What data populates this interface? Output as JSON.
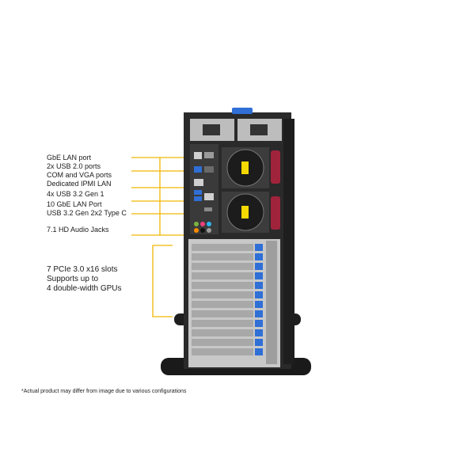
{
  "io_labels": [
    {
      "text": "GbE LAN port"
    },
    {
      "text": "2x USB 2.0 ports"
    },
    {
      "text": "COM and VGA ports"
    },
    {
      "text": "Dedicated IPMI LAN"
    },
    {
      "text": "4x USB 3.2 Gen 1"
    },
    {
      "text": "10 GbE LAN Port"
    },
    {
      "text": "USB 3.2 Gen 2x2 Type C"
    },
    {
      "text": "7.1 HD Audio Jacks"
    }
  ],
  "expansion_labels": [
    "7 PCIe 3.0 x16 slots",
    "Supports up to",
    "4 double-width GPUs"
  ],
  "footnote": "*Actual product may differ from image due to various configurations",
  "colors": {
    "callout_line": "#f2b705",
    "chassis": "#2a2a2a",
    "slot_latch": "#2f6fd6",
    "psu_handle": "#a0233c",
    "fan_label": "#f5d800"
  }
}
